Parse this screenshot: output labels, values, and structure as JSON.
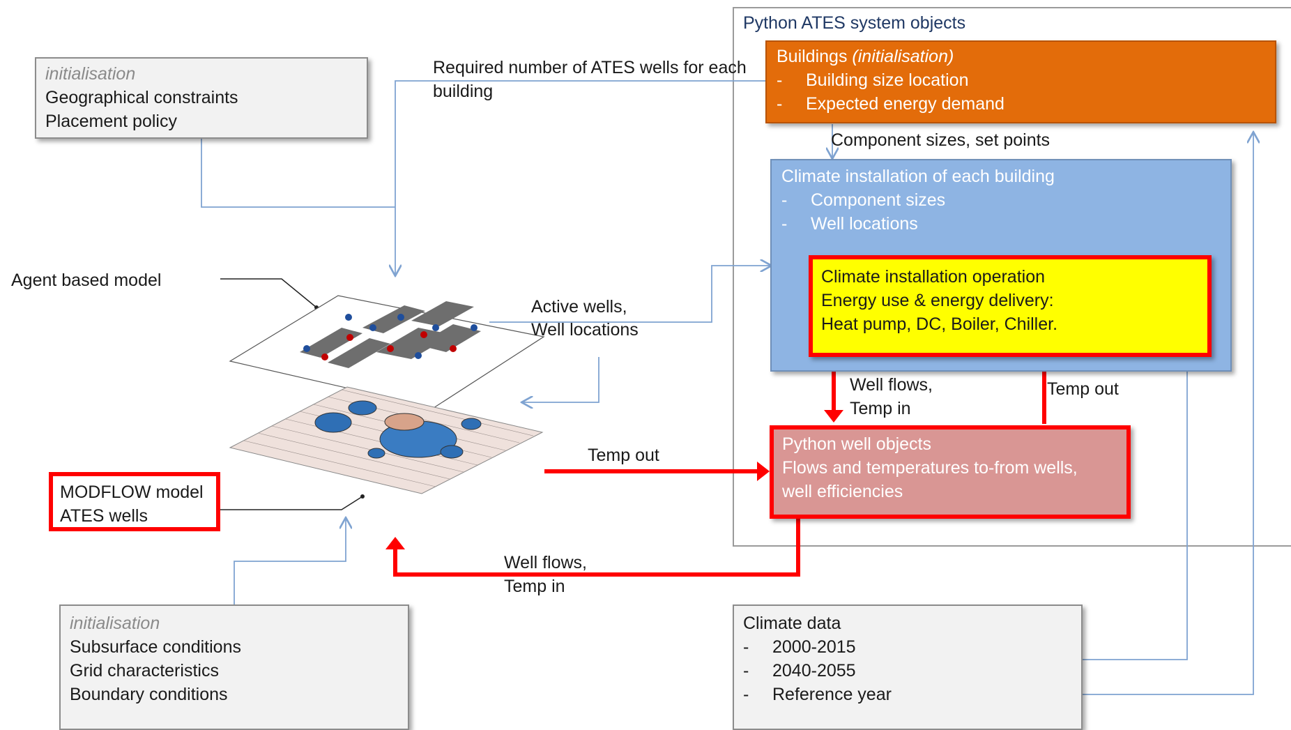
{
  "python_frame": {
    "title": "Python ATES system objects"
  },
  "init_top": {
    "italic": "initialisation",
    "lines": [
      "Geographical constraints",
      "Placement policy"
    ]
  },
  "required_label": {
    "line1": "Required number of ATES wells for each",
    "line2": "building"
  },
  "buildings": {
    "title": "Buildings ",
    "title_italic": "(initialisation)",
    "dash": "-",
    "items": [
      "Building size location",
      "Expected energy demand"
    ]
  },
  "component_label": "Component sizes, set points",
  "climate_inst": {
    "title": "Climate installation of each building",
    "dash": "-",
    "items": [
      "Component sizes",
      "Well locations"
    ]
  },
  "climate_op": {
    "lines": [
      "Climate installation operation",
      "Energy use & energy delivery:",
      "Heat pump, DC, Boiler, Chiller."
    ]
  },
  "agent_label": "Agent based model",
  "active_wells": {
    "line1": "Active wells,",
    "line2": "Well locations"
  },
  "well_flows_right": {
    "line1": "Well flows,",
    "line2": "Temp in"
  },
  "temp_out_right": "Temp out",
  "temp_out_mid": "Temp out",
  "python_wells": {
    "lines": [
      "Python well objects",
      "Flows and temperatures to-from wells,",
      "well efficiencies"
    ]
  },
  "modflow": {
    "lines": [
      "MODFLOW model",
      "ATES wells"
    ]
  },
  "well_flows_bottom": {
    "line1": "Well flows,",
    "line2": "Temp in"
  },
  "init_bottom": {
    "italic": "initialisation",
    "lines": [
      "Subsurface conditions",
      "Grid characteristics",
      "Boundary conditions"
    ]
  },
  "climate_data": {
    "title": "Climate data",
    "dash": "-",
    "items": [
      "2000-2015",
      "2040-2055",
      "Reference year"
    ]
  },
  "colors": {
    "orange": "#e36c0a",
    "blue": "#8eb4e3",
    "yellow": "#ffff00",
    "pink": "#d99694",
    "red": "#ff0000",
    "connector": "#7fa3d1"
  }
}
